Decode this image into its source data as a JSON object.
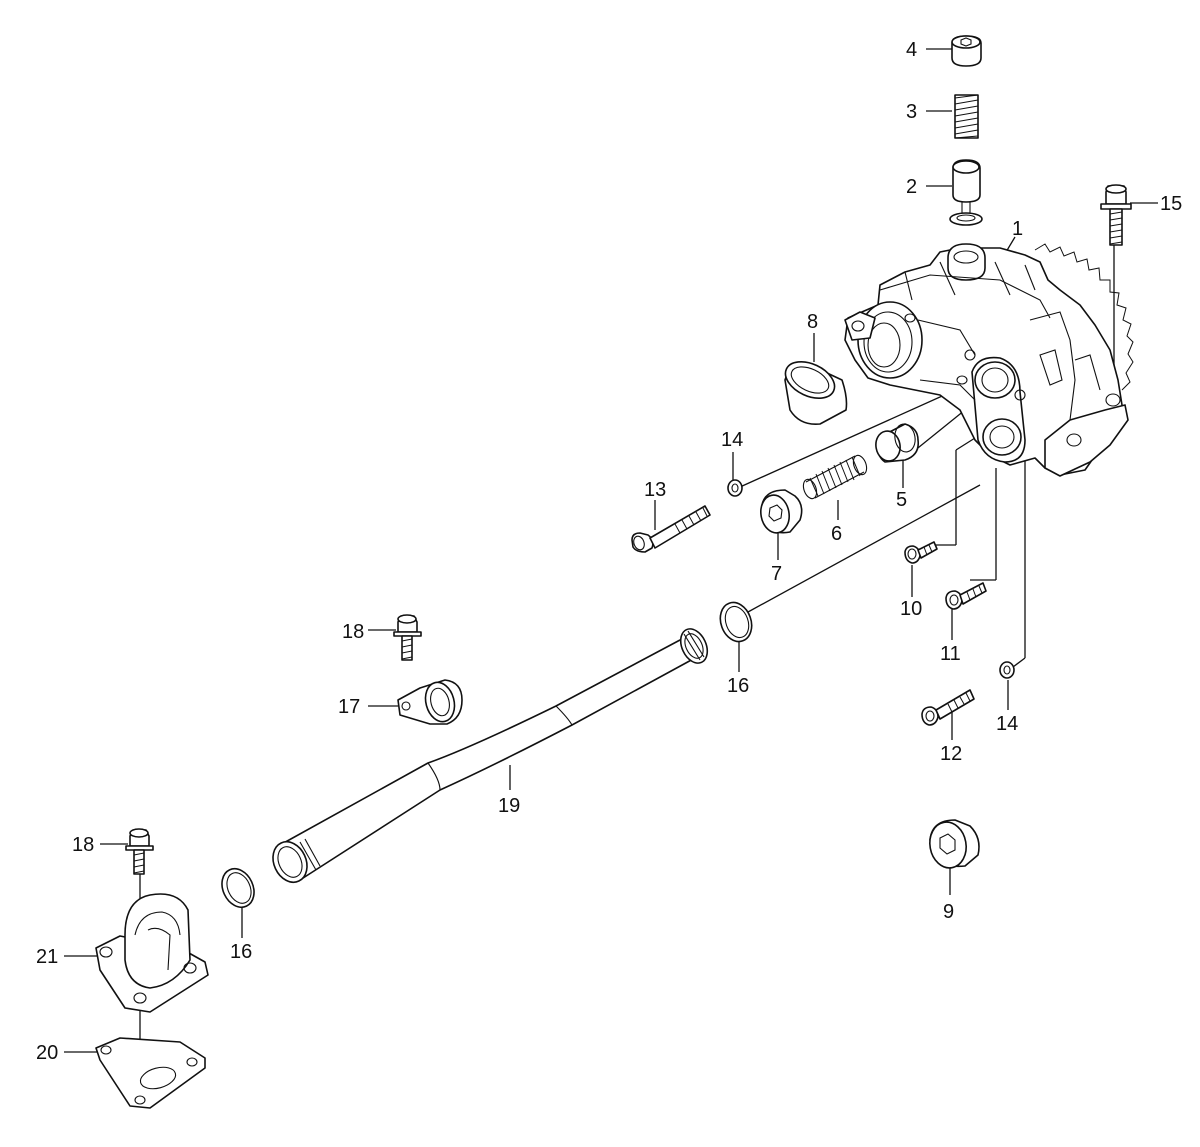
{
  "parts": [
    {
      "id": "1",
      "label": "1"
    },
    {
      "id": "2",
      "label": "2"
    },
    {
      "id": "3",
      "label": "3"
    },
    {
      "id": "4",
      "label": "4"
    },
    {
      "id": "5",
      "label": "5"
    },
    {
      "id": "6",
      "label": "6"
    },
    {
      "id": "7",
      "label": "7"
    },
    {
      "id": "8",
      "label": "8"
    },
    {
      "id": "9",
      "label": "9"
    },
    {
      "id": "10",
      "label": "10"
    },
    {
      "id": "11",
      "label": "11"
    },
    {
      "id": "12",
      "label": "12"
    },
    {
      "id": "13",
      "label": "13"
    },
    {
      "id": "14a",
      "label": "14"
    },
    {
      "id": "14b",
      "label": "14"
    },
    {
      "id": "15",
      "label": "15"
    },
    {
      "id": "16a",
      "label": "16"
    },
    {
      "id": "16b",
      "label": "16"
    },
    {
      "id": "17",
      "label": "17"
    },
    {
      "id": "18a",
      "label": "18"
    },
    {
      "id": "18b",
      "label": "18"
    },
    {
      "id": "19",
      "label": "19"
    },
    {
      "id": "20",
      "label": "20"
    },
    {
      "id": "21",
      "label": "21"
    }
  ]
}
